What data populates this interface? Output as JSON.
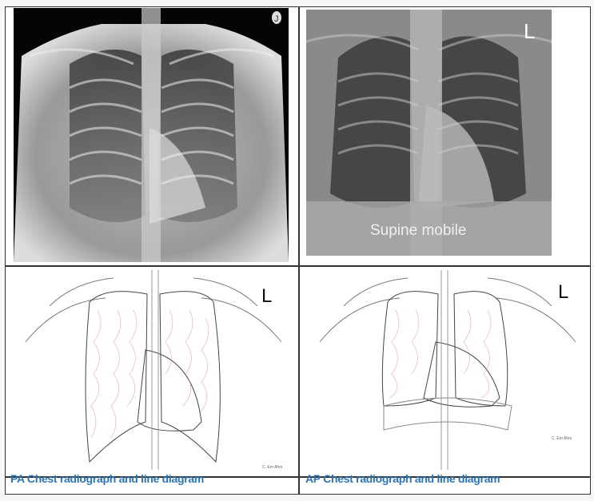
{
  "cells": {
    "pa_xray": {
      "marker": "J"
    },
    "ap_xray": {
      "marker": "L",
      "overlay_label": "Supine mobile"
    },
    "pa_diagram": {
      "marker": "L",
      "signature": "C. Em Ahm"
    },
    "ap_diagram": {
      "marker": "L",
      "signature": "C. Em Ahm"
    }
  },
  "captions": {
    "left": "PA Chest radiograph and line diagram",
    "right": "AP Chest radiograph and line diagram"
  },
  "colors": {
    "caption": "#2e75b6",
    "border": "#333333",
    "vessels": "#e06060"
  }
}
